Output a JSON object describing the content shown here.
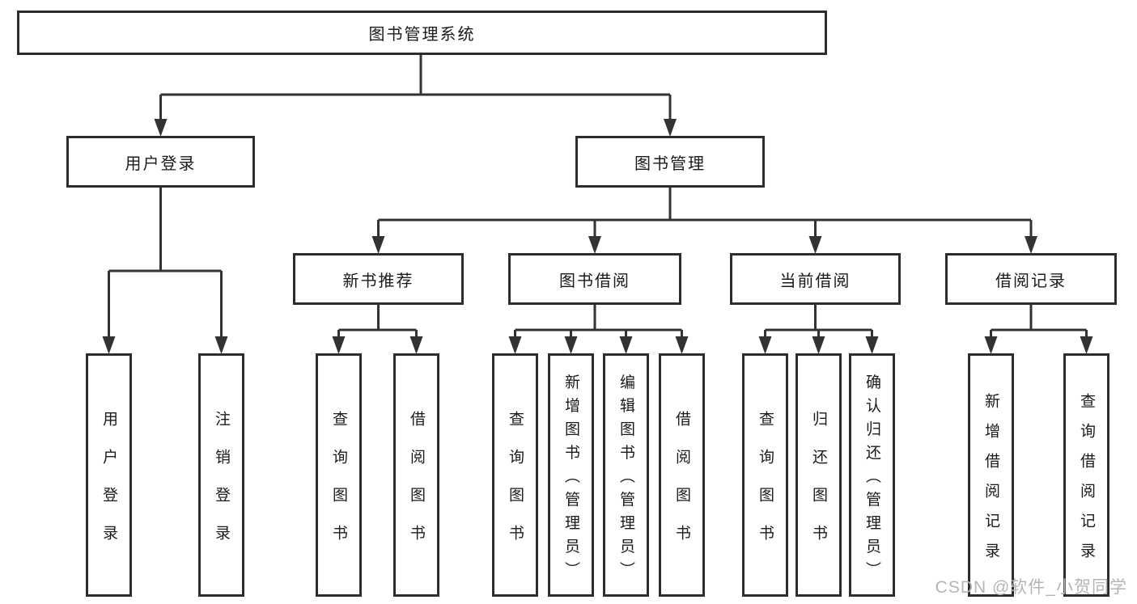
{
  "diagram": {
    "title": "图书管理系统",
    "root": {
      "label": "图书管理系统"
    },
    "branches": [
      {
        "label": "用户登录",
        "children": [
          {
            "label": "用户登录"
          },
          {
            "label": "注销登录"
          }
        ]
      },
      {
        "label": "图书管理",
        "children": [
          {
            "label": "新书推荐",
            "children": [
              {
                "label": "查询图书"
              },
              {
                "label": "借阅图书"
              }
            ]
          },
          {
            "label": "图书借阅",
            "children": [
              {
                "label": "查询图书"
              },
              {
                "label": "新增图书（管理员）"
              },
              {
                "label": "编辑图书（管理员）"
              },
              {
                "label": "借阅图书"
              }
            ]
          },
          {
            "label": "当前借阅",
            "children": [
              {
                "label": "查询图书"
              },
              {
                "label": "归还图书"
              },
              {
                "label": "确认归还（管理员）"
              }
            ]
          },
          {
            "label": "借阅记录",
            "children": [
              {
                "label": "新增借阅记录"
              },
              {
                "label": "查询借阅记录"
              }
            ]
          }
        ]
      }
    ]
  },
  "watermark": {
    "text": "CSDN @软件_小贺同学"
  },
  "colors": {
    "line": "#333333",
    "border": "#2d2d2d",
    "text": "#1a1a1a",
    "watermark": "#b5b5b5",
    "background": "#ffffff"
  }
}
